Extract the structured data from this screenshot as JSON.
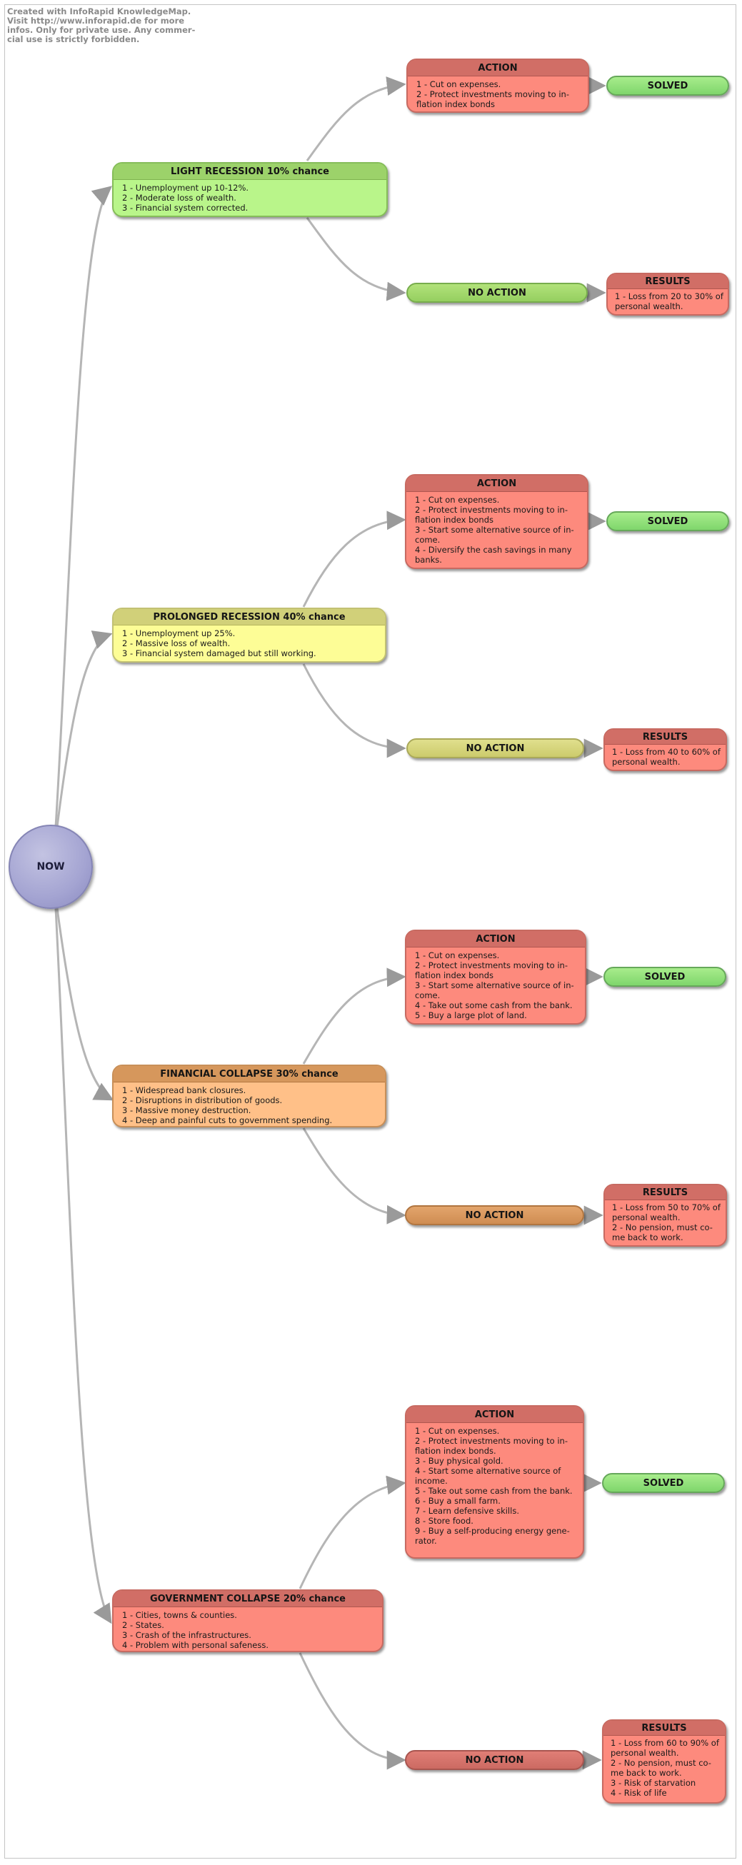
{
  "watermark": "Created with InfoRapid KnowledgeMap.\nVisit http://www.inforapid.de for more\ninfos. Only for private use. Any commer-\ncial use is strictly forbidden.",
  "root": {
    "label": "NOW"
  },
  "branches": [
    {
      "title": "LIGHT RECESSION 10% chance",
      "items": [
        "1 - Unemployment up 10-12%.",
        "2 - Moderate loss of wealth.",
        "3 - Financial system corrected."
      ],
      "action": {
        "title": "ACTION",
        "items": [
          "1 - Cut on expenses.",
          "2 - Protect investments moving to in-flation index bonds"
        ]
      },
      "solved": "SOLVED",
      "no_action": "NO ACTION",
      "results": {
        "title": "RESULTS",
        "items": [
          "1 - Loss from 20 to 30% of personal wealth."
        ]
      }
    },
    {
      "title": "PROLONGED RECESSION 40% chance",
      "items": [
        "1 - Unemployment up 25%.",
        "2 - Massive loss of wealth.",
        "3 - Financial system damaged but still working."
      ],
      "action": {
        "title": "ACTION",
        "items": [
          "1 - Cut on expenses.",
          "2 - Protect investments moving to in-flation index bonds",
          "3 - Start some alternative source of in-come.",
          "4 - Diversify the cash savings in many banks."
        ]
      },
      "solved": "SOLVED",
      "no_action": "NO ACTION",
      "results": {
        "title": "RESULTS",
        "items": [
          "1 - Loss from 40 to 60% of personal wealth."
        ]
      }
    },
    {
      "title": "FINANCIAL COLLAPSE 30% chance",
      "items": [
        "1 - Widespread bank closures.",
        "2 - Disruptions in distribution of goods.",
        "3 - Massive money destruction.",
        "4 - Deep and painful cuts to government spending."
      ],
      "action": {
        "title": "ACTION",
        "items": [
          "1 - Cut on expenses.",
          "2 - Protect investments moving to in-flation index bonds",
          "3 - Start some alternative source of in-come.",
          "4 - Take out some cash from the bank.",
          "5 - Buy a large plot of land."
        ]
      },
      "solved": "SOLVED",
      "no_action": "NO ACTION",
      "results": {
        "title": "RESULTS",
        "items": [
          "1 - Loss from 50 to 70% of personal wealth.",
          "2 - No pension, must co-me back to work."
        ]
      }
    },
    {
      "title": "GOVERNMENT COLLAPSE 20% chance",
      "items": [
        "1 - Cities, towns & counties.",
        "2 - States.",
        "3 - Crash of the infrastructures.",
        "4 - Problem with personal safeness."
      ],
      "action": {
        "title": "ACTION",
        "items": [
          "1 - Cut on expenses.",
          "2 - Protect investments moving to in-flation index bonds.",
          "3 - Buy physical gold.",
          "4 - Start some alternative source of income.",
          "5 - Take out some cash from the bank.",
          "6 - Buy a small farm.",
          "7 - Learn defensive skills.",
          "8 - Store food.",
          "9 - Buy a self-producing energy gene-rator."
        ]
      },
      "solved": "SOLVED",
      "no_action": "NO ACTION",
      "results": {
        "title": "RESULTS",
        "items": [
          "1 - Loss from 60 to 90% of personal wealth.",
          "2 - No pension, must co-me back to work.",
          "3 - Risk of starvation",
          "4 - Risk of life"
        ]
      }
    }
  ]
}
